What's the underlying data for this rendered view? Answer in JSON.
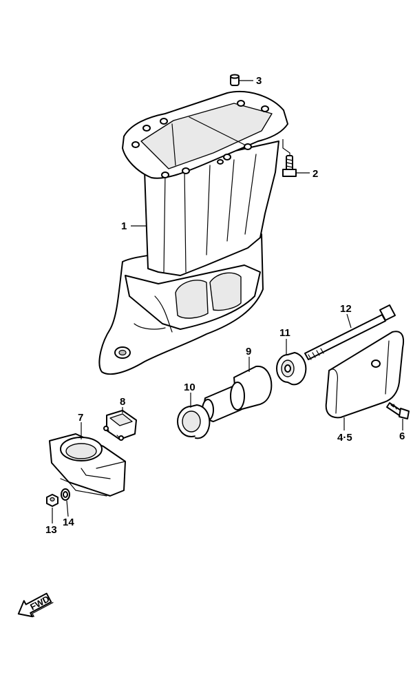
{
  "callouts": {
    "p1": "1",
    "p2": "2",
    "p3": "3",
    "p45": "4·5",
    "p6": "6",
    "p7": "7",
    "p8": "8",
    "p9": "9",
    "p10": "10",
    "p11": "11",
    "p12": "12",
    "p13": "13",
    "p14": "14"
  },
  "direction": {
    "label": "FWD",
    "icon": "forward-arrow-icon"
  },
  "colors": {
    "line": "#000000",
    "background": "#ffffff"
  }
}
